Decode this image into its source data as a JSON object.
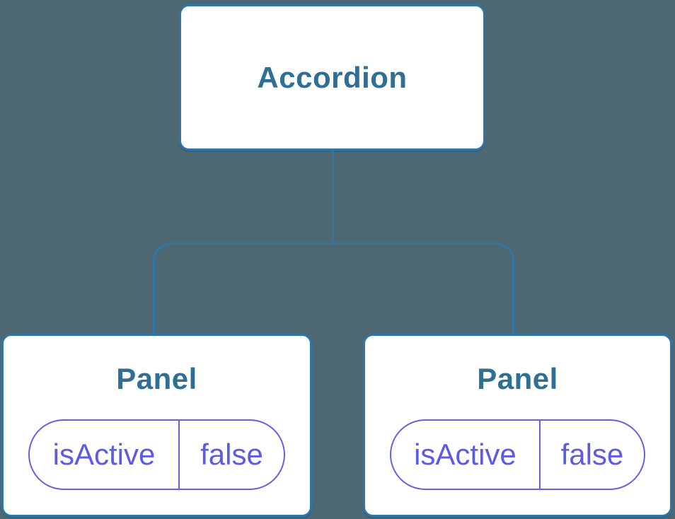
{
  "diagram": {
    "type": "component-tree",
    "root": {
      "label": "Accordion"
    },
    "children": [
      {
        "label": "Panel",
        "state_pill": {
          "name": "isActive",
          "value": "false"
        }
      },
      {
        "label": "Panel",
        "state_pill": {
          "name": "isActive",
          "value": "false"
        }
      }
    ]
  },
  "colors": {
    "background": "#4D6873",
    "node_fill": "#FFFFFF",
    "node_border": "#2E76A8",
    "node_label": "#2E6F93",
    "connector": "#2E76A8",
    "state_pill_accent": "#5C5CE0"
  }
}
